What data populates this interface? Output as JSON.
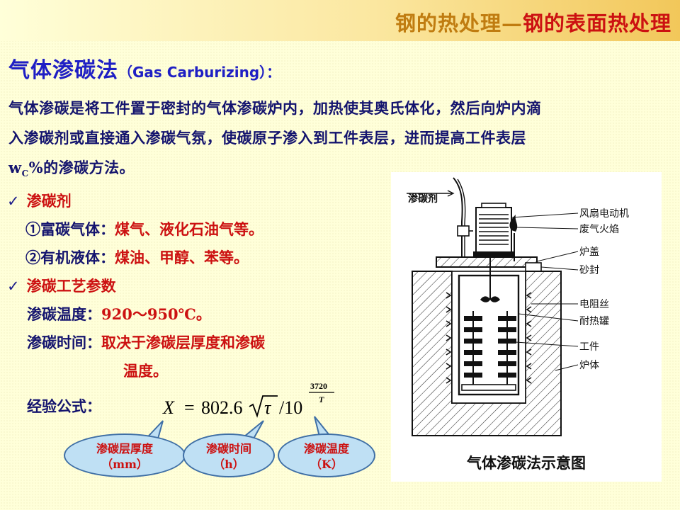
{
  "header": {
    "main": "钢的热处理",
    "dash": "—",
    "sub": "钢的表面热处理"
  },
  "title": {
    "cn": "气体渗碳法",
    "en": "（Gas Carburizing）："
  },
  "intro": {
    "line1": "气体渗碳是将工件置于密封的气体渗碳炉内，加热使其奥氏体化，然后向炉内滴",
    "line2": "入渗碳剂或直接通入渗碳气氛，使碳原子渗入到工件表层，进而提高工件表层",
    "w": "w",
    "c": "C",
    "line3_tail": "%的渗碳方法。"
  },
  "agents": {
    "check": "✓",
    "heading": "渗碳剂",
    "item1_label": "①富碳气体：",
    "item1_value": "煤气、液化石油气等。",
    "item2_label": "②有机液体：",
    "item2_value": "煤油、甲醇、苯等。"
  },
  "params": {
    "check": "✓",
    "heading": "渗碳工艺参数",
    "temp_label": "渗碳温度：",
    "temp_value": "920～950℃。",
    "time_label": "渗碳时间：",
    "time_value_1": "取决于渗碳层厚度和渗碳",
    "time_value_2": "温度。",
    "formula_label": "经验公式："
  },
  "formula": {
    "lhs": "X",
    "eq": "=",
    "coef": "802.6",
    "tau": "τ",
    "div": "/10",
    "exp_num": "3720",
    "exp_den": "T"
  },
  "bubbles": [
    {
      "line1": "渗碳层厚度",
      "line2": "（mm）"
    },
    {
      "line1": "渗碳时间",
      "line2": "（h）"
    },
    {
      "line1": "渗碳温度",
      "line2": "（K）"
    }
  ],
  "diagram": {
    "caption": "气体渗碳法示意图",
    "inlet_label": "渗碳剂",
    "labels": [
      "风扇电动机",
      "废气火焰",
      "炉盖",
      "砂封",
      "电阻丝",
      "耐热罐",
      "工件",
      "炉体"
    ]
  }
}
